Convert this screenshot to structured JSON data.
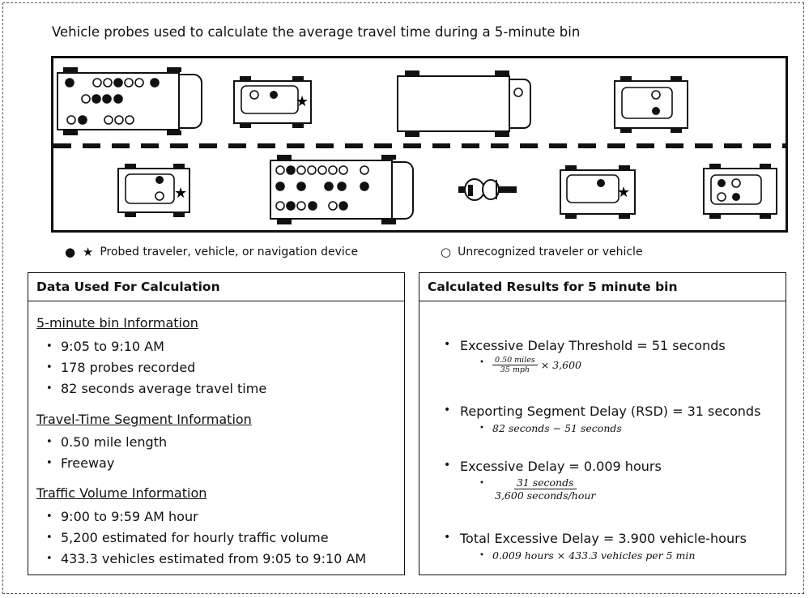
{
  "title": "Vehicle probes used to calculate the average travel time during a 5-minute bin",
  "legend": {
    "probed_symbols": "● ★",
    "probed_label": "Probed traveler, vehicle, or navigation device",
    "unrecognized_symbol": "○",
    "unrecognized_label": "Unrecognized traveler or vehicle"
  },
  "left_panel": {
    "header": "Data Used For Calculation",
    "sections": [
      {
        "title": "5-minute bin Information",
        "items": [
          "9:05 to 9:10 AM",
          "178 probes recorded",
          "82 seconds average travel time"
        ]
      },
      {
        "title": "Travel-Time Segment Information",
        "items": [
          "0.50 mile length",
          "Freeway"
        ]
      },
      {
        "title": "Traffic Volume Information",
        "items": [
          "9:00 to 9:59 AM hour",
          "5,200 estimated for hourly traffic volume",
          "433.3 vehicles estimated from 9:05 to 9:10 AM"
        ]
      }
    ]
  },
  "right_panel": {
    "header": "Calculated Results for 5 minute bin",
    "results": [
      {
        "main": "Excessive Delay Threshold = 51 seconds",
        "num": "0.50 miles",
        "den": "35 mph",
        "after": "× 3,600"
      },
      {
        "main": "Reporting Segment Delay (RSD) = 31 seconds",
        "sub": "82 seconds  − 51 seconds"
      },
      {
        "main": "Excessive Delay = 0.009 hours",
        "num": "31 seconds",
        "den": "3,600 seconds/hour"
      },
      {
        "main": "Total Excessive Delay = 3.900 vehicle-hours",
        "sub": "0.009 hours × 433.3 vehicles per 5 min"
      }
    ]
  }
}
